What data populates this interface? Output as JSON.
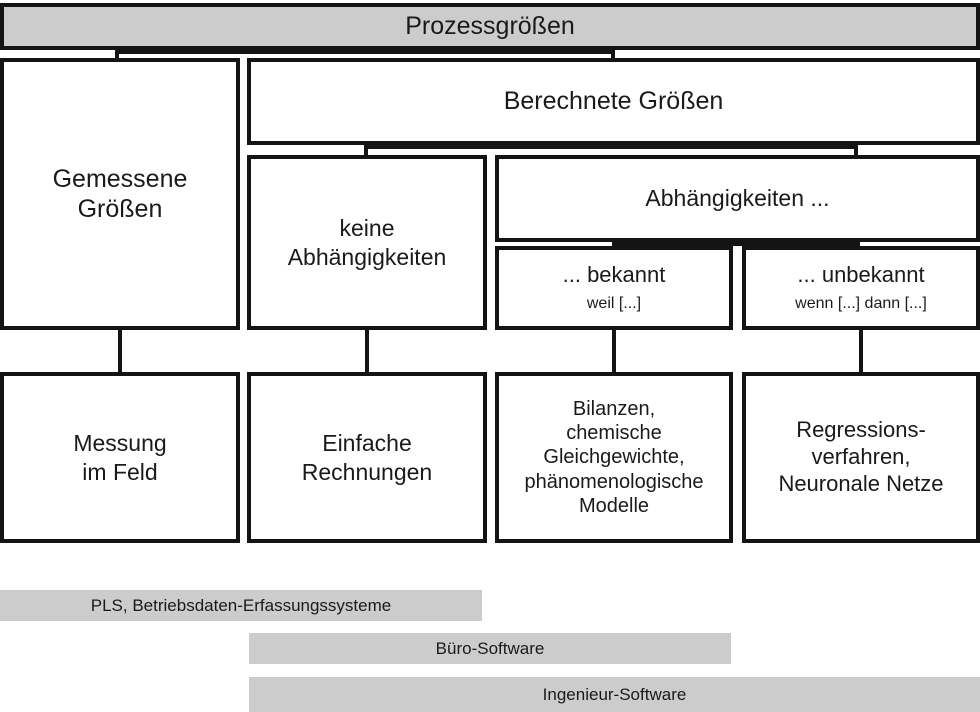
{
  "diagram": {
    "title_bar": {
      "label": "Prozessgrößen"
    },
    "level2": {
      "measured": "Gemessene\nGrößen",
      "measured_line1": "Gemessene",
      "measured_line2": "Größen",
      "calculated": "Berechnete Größen"
    },
    "level3": {
      "no_dependencies_line1": "keine",
      "no_dependencies_line2": "Abhängigkeiten",
      "dependencies": "Abhängigkeiten ..."
    },
    "level4": {
      "known_title": "... bekannt",
      "known_sub": "weil [...]",
      "unknown_title": "... unbekannt",
      "unknown_sub": "wenn [...] dann [...]"
    },
    "level5": {
      "measurement_line1": "Messung",
      "measurement_line2": "im Feld",
      "simple_line1": "Einfache",
      "simple_line2": "Rechnungen",
      "balances_line1": "Bilanzen,",
      "balances_line2": "chemische",
      "balances_line3": "Gleichgewichte,",
      "balances_line4": "phänomenologische",
      "balances_line5": "Modelle",
      "regression_line1": "Regressions-",
      "regression_line2": "verfahren,",
      "regression_line3": "Neuronale Netze"
    },
    "software_bars": [
      {
        "label": "PLS, Betriebsdaten-Erfassungssysteme"
      },
      {
        "label": "Büro-Software"
      },
      {
        "label": "Ingenieur-Software"
      }
    ],
    "colors": {
      "shade": "#cccccc",
      "stroke": "#141414",
      "text": "#1a1a1a",
      "background": "#ffffff"
    }
  }
}
